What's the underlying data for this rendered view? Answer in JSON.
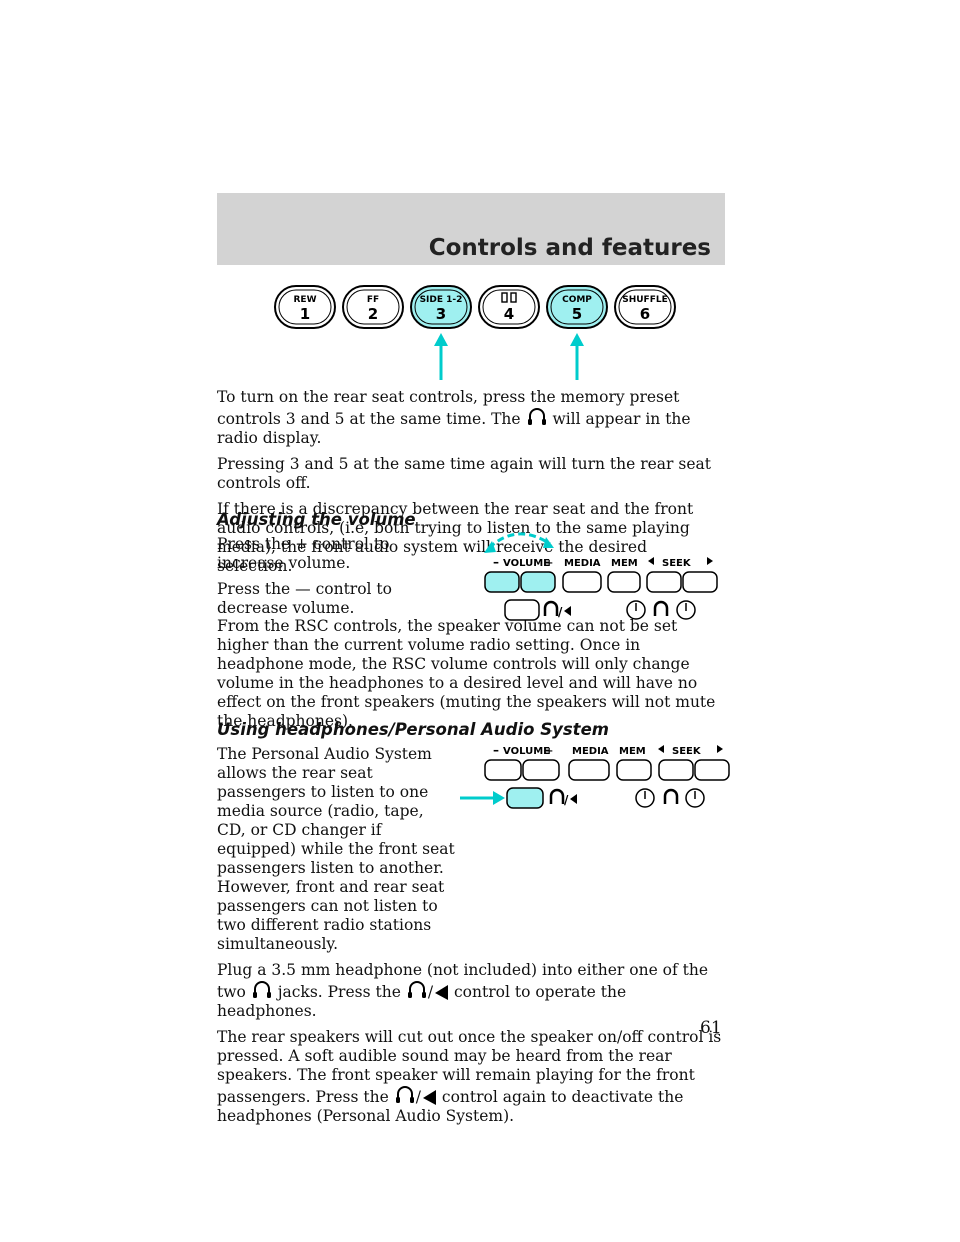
{
  "header": {
    "title": "Controls and features"
  },
  "preset_buttons": [
    {
      "top": "REW",
      "num": "1",
      "highlighted": false
    },
    {
      "top": "FF",
      "num": "2",
      "highlighted": false
    },
    {
      "top": "SIDE 1-2",
      "num": "3",
      "highlighted": true
    },
    {
      "top": "",
      "num": "4",
      "highlighted": false
    },
    {
      "top": "COMP",
      "num": "5",
      "highlighted": true
    },
    {
      "top": "SHUFFLE",
      "num": "6",
      "highlighted": false
    }
  ],
  "intro": {
    "p1_before": "To turn on the rear seat controls, press the memory preset controls 3 and 5 at the same time. The",
    "p1_after": "will appear in the radio display.",
    "p2": "Pressing 3 and 5 at the same time again will turn the rear seat controls off.",
    "p3": "If there is a discrepancy between the rear seat and the front audio controls, (i.e, both trying to listen to the same playing media), the front audio system will receive the desired selection."
  },
  "volume_section": {
    "heading": "Adjusting the volume",
    "p1": "Press the + control to increase volume.",
    "p2": "Press the — control to decrease volume.",
    "p3": "From the RSC controls, the speaker volume can not be set higher than the current volume radio setting. Once in headphone mode, the RSC volume controls will only change volume in the headphones to a desired level and will have no effect on the front speakers (muting the speakers will not mute the headphones)."
  },
  "rsc_panel": {
    "minus": "–",
    "volume": "VOLUME",
    "plus": "+",
    "media": "MEDIA",
    "mem": "MEM",
    "seek": "SEEK",
    "slash": "/"
  },
  "headphones_section": {
    "heading": "Using headphones/Personal Audio System",
    "p1": "The Personal Audio System allows the rear seat passengers to listen to one media source (radio, tape, CD, or CD changer if equipped) while the front seat passengers listen to another. However, front and rear seat passengers can not listen to two different radio stations simultaneously.",
    "p2_a": "Plug a 3.5 mm headphone (not included) into either one of the two",
    "p2_b": "jacks. Press the",
    "p2_slash": "/",
    "p2_c": "control to operate the headphones.",
    "p3_a": "The rear speakers will cut out once the speaker on/off control is pressed. A soft audible sound may be heard from the rear speakers. The front speaker will remain playing for the front passengers. Press the",
    "p3_slash": "/",
    "p3_b": "control again to deactivate the headphones (Personal Audio System)."
  },
  "page_number": "61",
  "colors": {
    "highlight": "#9ff0f0",
    "arrow": "#00cccc",
    "band": "#d3d3d3"
  }
}
